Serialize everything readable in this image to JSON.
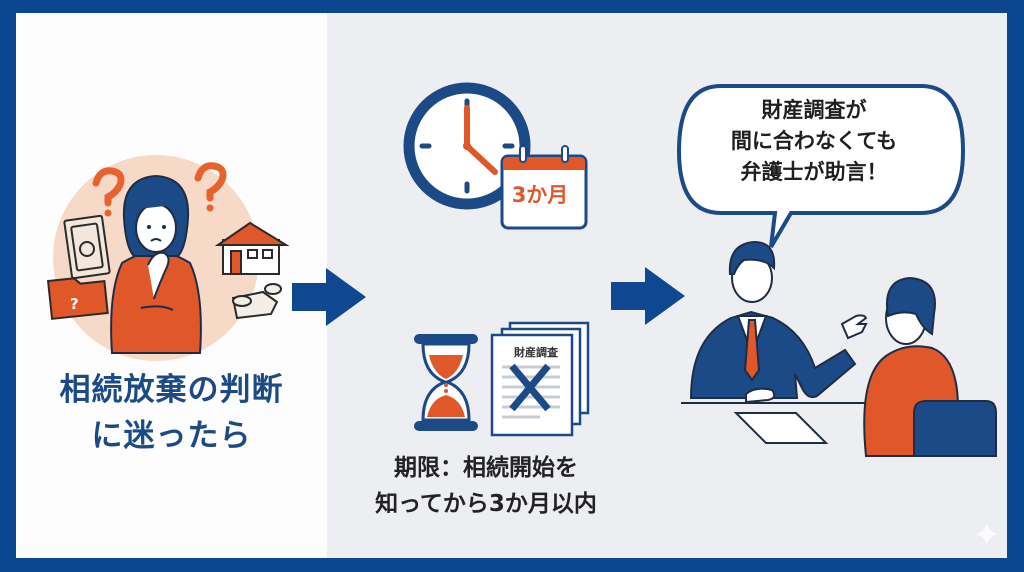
{
  "colors": {
    "frame": "#0c4690",
    "navy": "#1b4a86",
    "accent_orange": "#e0572a",
    "peach": "#f6d9c6",
    "left_bg": "#fdfdfd",
    "right_bg": "#eceef2"
  },
  "step1": {
    "title_line1": "相続放棄の判断",
    "title_line2": "に迷ったら",
    "icons": [
      "confused-woman-icon",
      "question-mark-icon",
      "banknote-icon",
      "folder-question-icon",
      "house-icon",
      "coins-icon"
    ],
    "folder_mark": "?",
    "question_marks": [
      "?",
      "?"
    ]
  },
  "step2": {
    "calendar_label": "3か月",
    "document_label": "財産調査",
    "caption_line1": "期限：相続開始を",
    "caption_line2": "知ってから3か月以内",
    "icons": [
      "clock-icon",
      "calendar-icon",
      "hourglass-icon",
      "document-x-icon"
    ]
  },
  "step3": {
    "bubble_line1": "財産調査が",
    "bubble_line2": "間に合わなくても",
    "bubble_line3": "弁護士が助言！",
    "icons": [
      "lawyer-icon",
      "client-icon",
      "desk-icon",
      "paper-icon",
      "chair-icon"
    ]
  },
  "arrows": [
    "arrow-right-1",
    "arrow-right-2"
  ]
}
